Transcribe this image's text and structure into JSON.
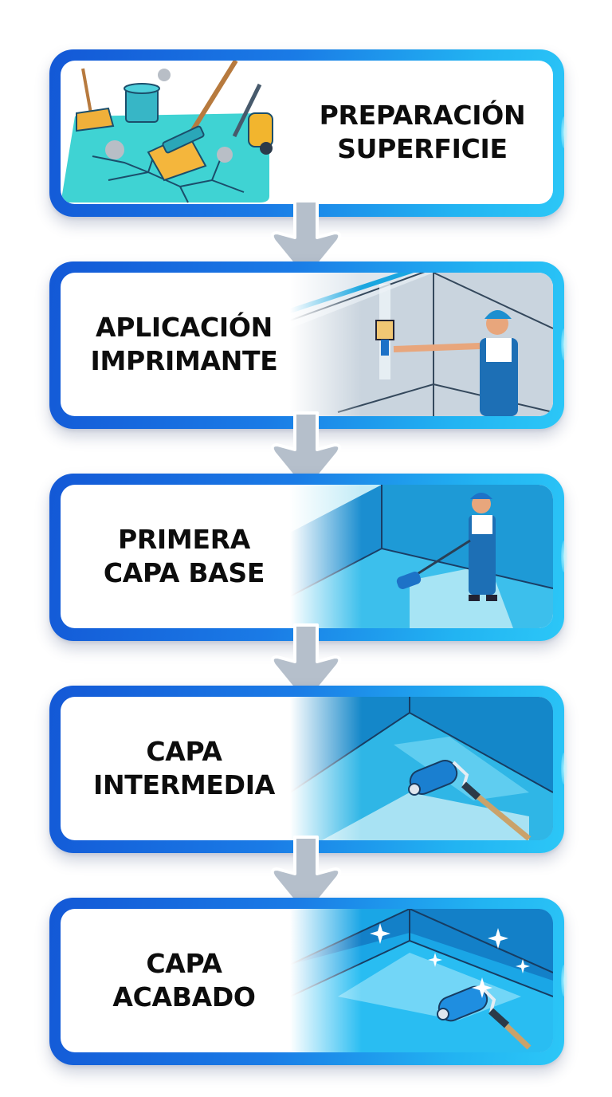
{
  "diagram": {
    "type": "vertical-process-flow",
    "colors": {
      "border_dark": "#1358d6",
      "border_mid": "#1a7be6",
      "border_light": "#2cc7f7",
      "arrow": "#b5bfcb",
      "text": "#0d0d0d",
      "panel": "#ffffff"
    },
    "steps": [
      {
        "index": 1,
        "line1": "PREPARACIÓN",
        "line2": "SUPERFICIE",
        "illustration": "broom-bucket-pressure-washer-cracked-floor",
        "illustration_side": "left"
      },
      {
        "index": 2,
        "line1": "APLICACIÓN",
        "line2": "IMPRIMANTE",
        "illustration": "worker-brushing-primer-on-wall",
        "illustration_side": "right"
      },
      {
        "index": 3,
        "line1": "PRIMERA",
        "line2": "CAPA BASE",
        "illustration": "worker-rolling-blue-base-coat",
        "illustration_side": "right"
      },
      {
        "index": 4,
        "line1": "CAPA",
        "line2": "INTERMEDIA",
        "illustration": "paint-roller-intermediate-coat",
        "illustration_side": "right"
      },
      {
        "index": 5,
        "line1": "CAPA",
        "line2": "ACABADO",
        "illustration": "paint-roller-glossy-finish-sparkles",
        "illustration_side": "right"
      }
    ],
    "connectors": [
      {
        "from": 1,
        "to": 2,
        "icon": "down-arrow-icon"
      },
      {
        "from": 2,
        "to": 3,
        "icon": "down-arrow-icon"
      },
      {
        "from": 3,
        "to": 4,
        "icon": "down-arrow-icon"
      },
      {
        "from": 4,
        "to": 5,
        "icon": "down-arrow-icon"
      }
    ]
  }
}
